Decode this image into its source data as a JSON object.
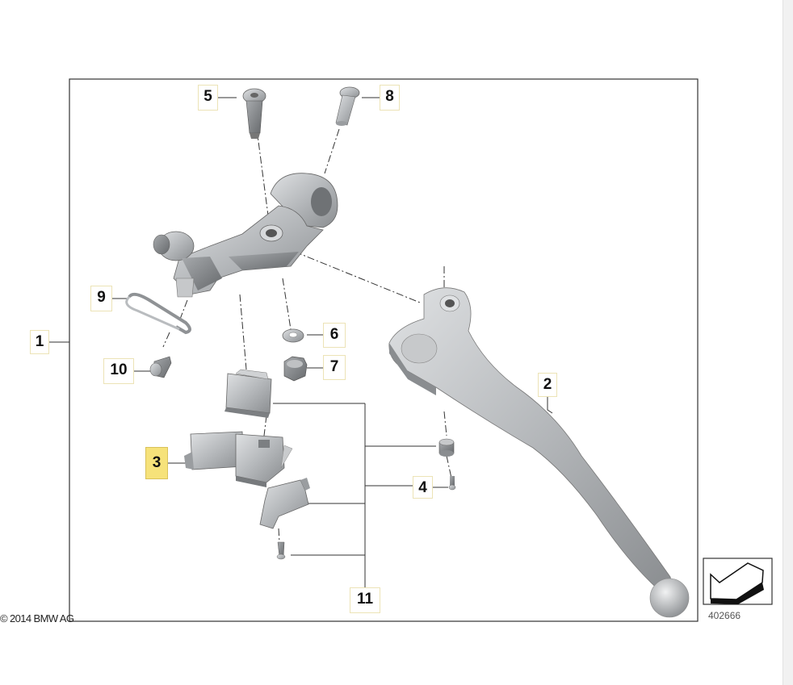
{
  "diagram": {
    "copyright": "© 2014 BMW AG",
    "drawing_number": "402666",
    "nav_icon": "view-arrow-icon",
    "highlight_color": "#f6e27a",
    "frame_color": "#333333",
    "part_color": "#b9bcbf",
    "callouts": [
      {
        "id": "1",
        "label": "1"
      },
      {
        "id": "2",
        "label": "2"
      },
      {
        "id": "3",
        "label": "3",
        "highlighted": true
      },
      {
        "id": "4",
        "label": "4"
      },
      {
        "id": "5",
        "label": "5"
      },
      {
        "id": "6",
        "label": "6"
      },
      {
        "id": "7",
        "label": "7"
      },
      {
        "id": "8",
        "label": "8"
      },
      {
        "id": "9",
        "label": "9"
      },
      {
        "id": "10",
        "label": "10"
      },
      {
        "id": "11",
        "label": "11"
      }
    ]
  }
}
